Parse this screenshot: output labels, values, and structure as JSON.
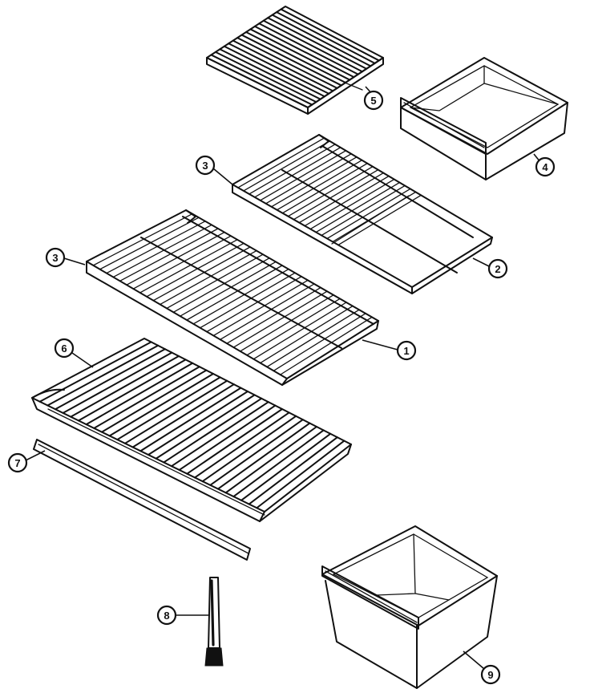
{
  "diagram": {
    "line_color": "#111111",
    "background": "#ffffff",
    "callouts": [
      {
        "id": "c5",
        "label": "5"
      },
      {
        "id": "c4",
        "label": "4"
      },
      {
        "id": "c3a",
        "label": "3"
      },
      {
        "id": "c2",
        "label": "2"
      },
      {
        "id": "c3b",
        "label": "3"
      },
      {
        "id": "c1",
        "label": "1"
      },
      {
        "id": "c6",
        "label": "6"
      },
      {
        "id": "c7",
        "label": "7"
      },
      {
        "id": "c8",
        "label": "8"
      },
      {
        "id": "c9",
        "label": "9"
      }
    ]
  }
}
